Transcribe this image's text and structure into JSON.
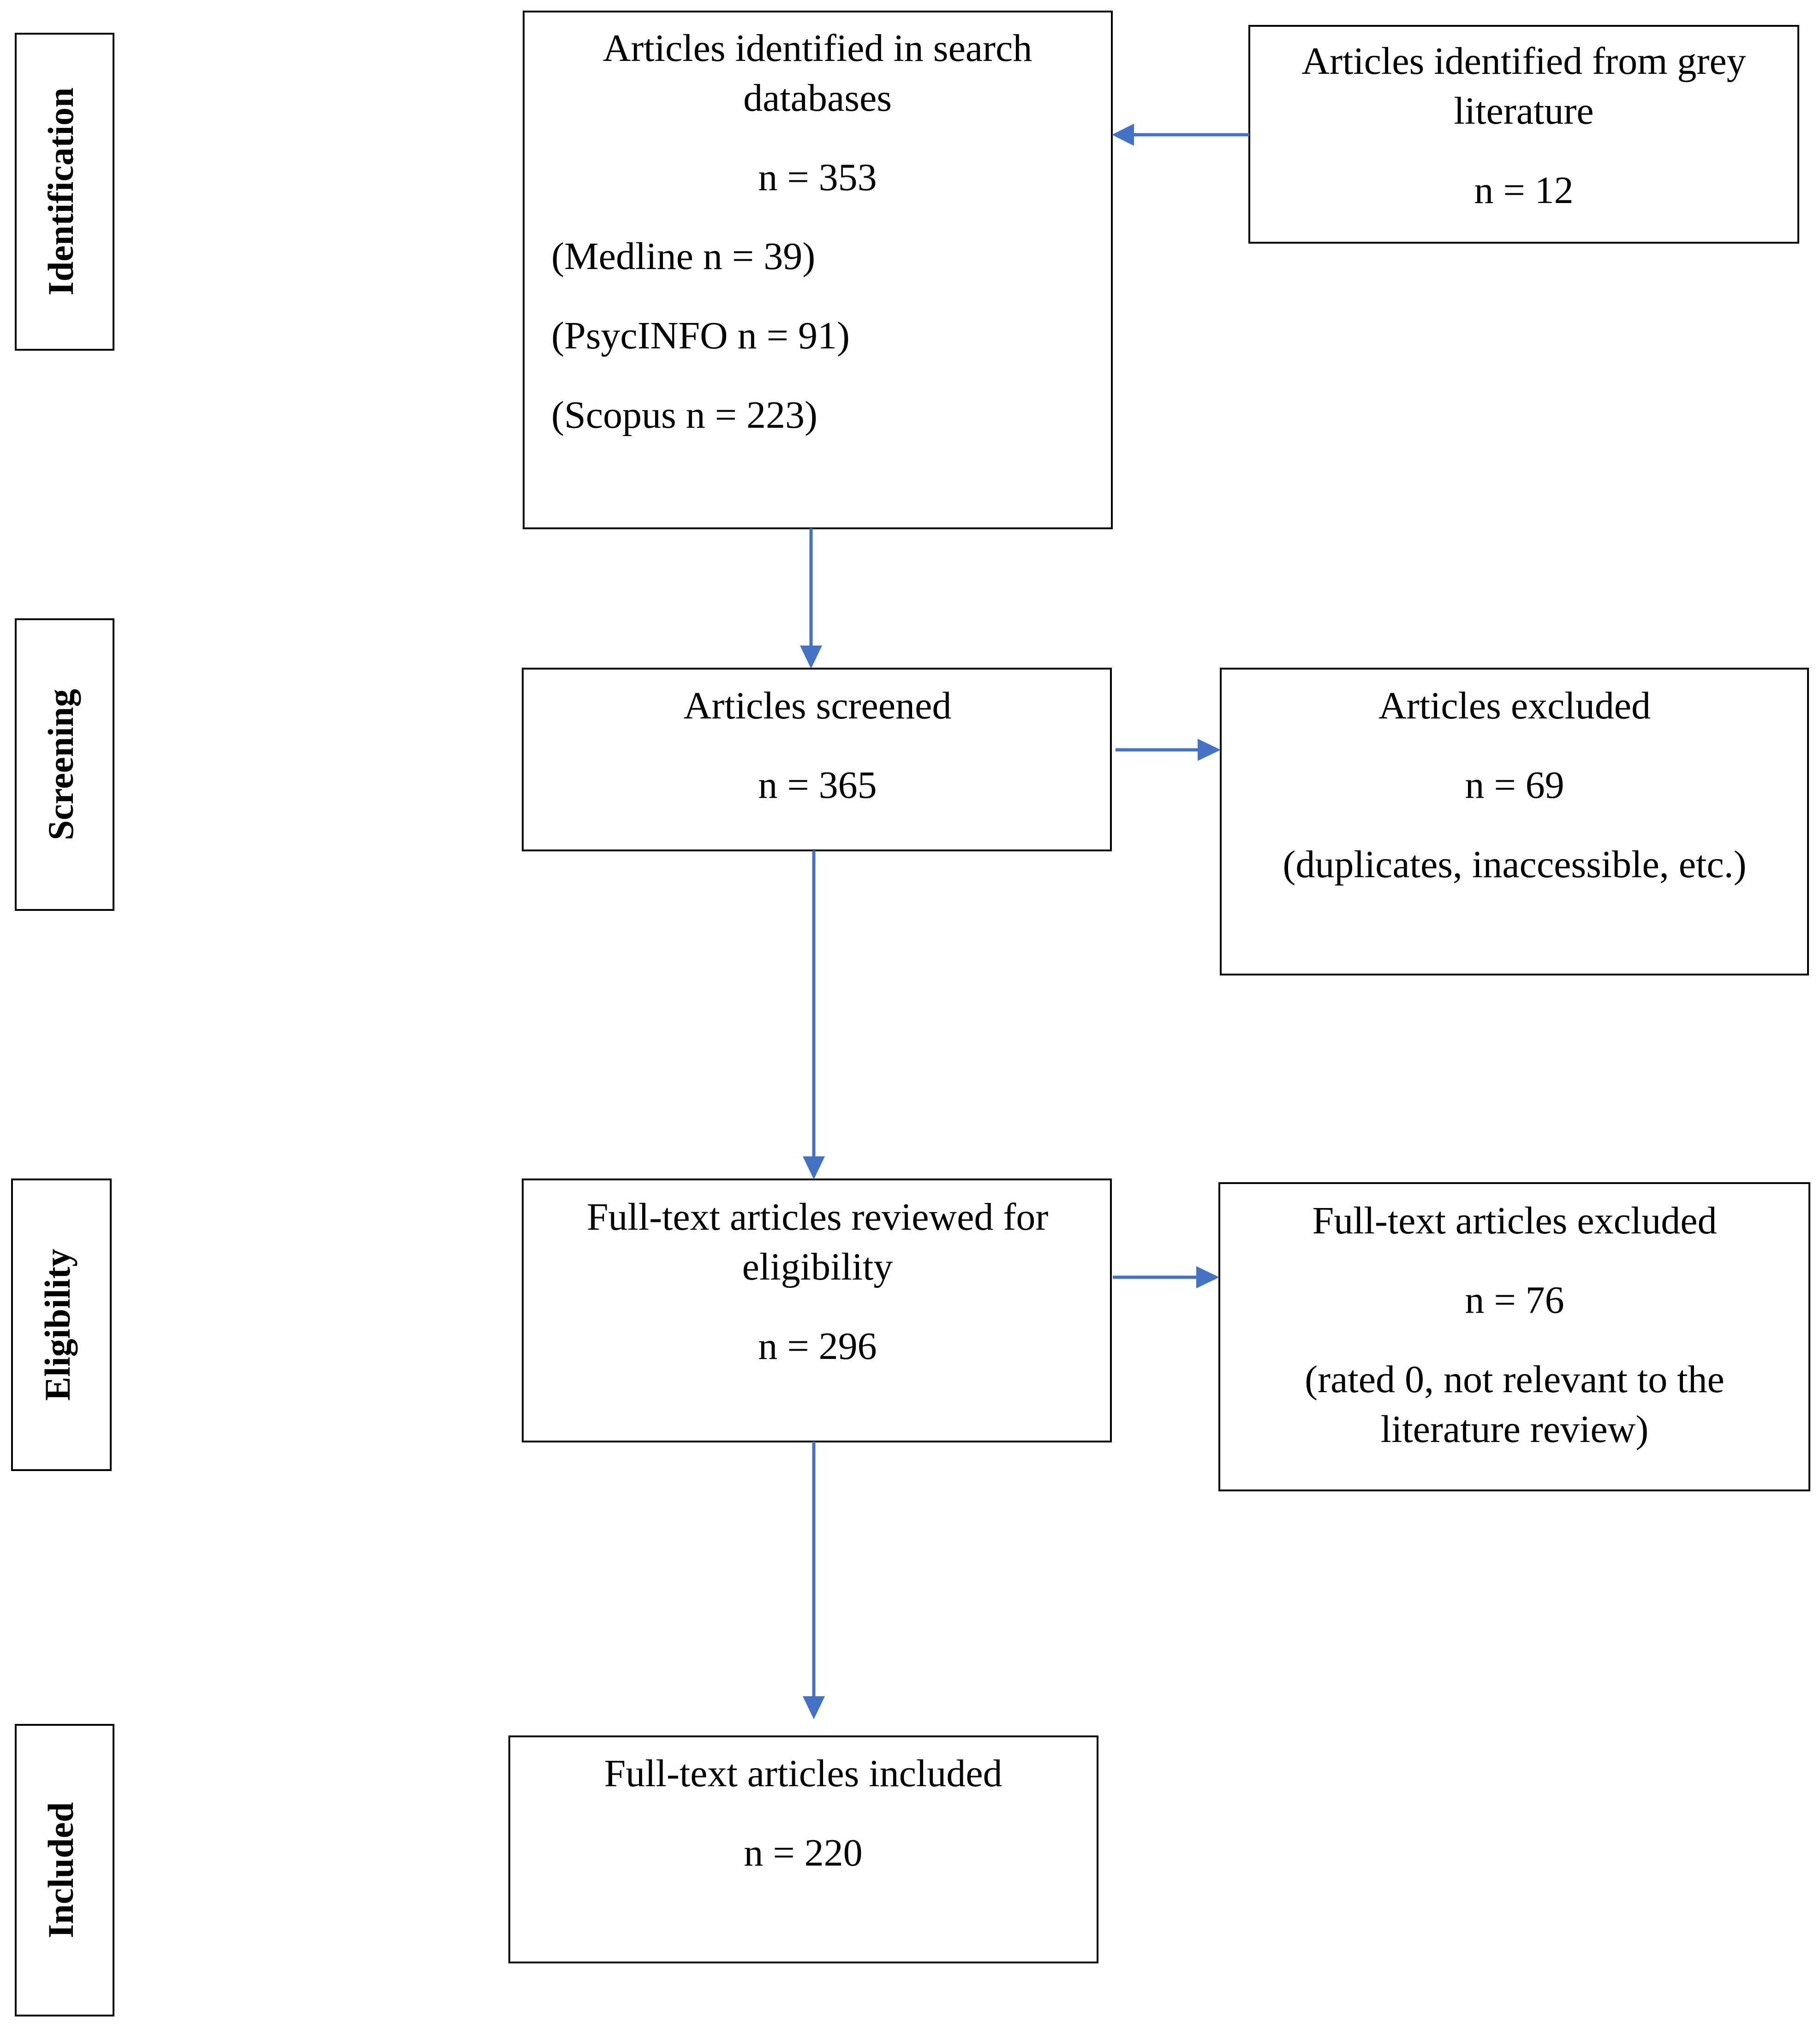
{
  "stages": {
    "identification": "Identification",
    "screening": "Screening",
    "eligibility": "Eligibility",
    "included": "Included"
  },
  "boxes": {
    "search_databases": {
      "line1": "Articles identified in search",
      "line2": "databases",
      "count": "n = 353",
      "sources": [
        "(Medline n = 39)",
        "(PsycINFO n = 91)",
        "(Scopus n = 223)"
      ]
    },
    "grey_literature": {
      "line1": "Articles identified from grey",
      "line2": "literature",
      "count": "n = 12"
    },
    "screened": {
      "line1": "Articles screened",
      "count": "n = 365"
    },
    "excluded": {
      "line1": "Articles excluded",
      "count": "n = 69",
      "note": "(duplicates, inaccessible, etc.)"
    },
    "fulltext_reviewed": {
      "line1": "Full-text articles reviewed for",
      "line2": "eligibility",
      "count": "n = 296"
    },
    "fulltext_excluded": {
      "line1": "Full-text articles excluded",
      "count": "n = 76",
      "note1": "(rated 0, not relevant to the",
      "note2": "literature review)"
    },
    "included": {
      "line1": "Full-text articles included",
      "count": "n = 220"
    }
  },
  "colors": {
    "arrow": "#4472C4",
    "border": "#000000"
  }
}
